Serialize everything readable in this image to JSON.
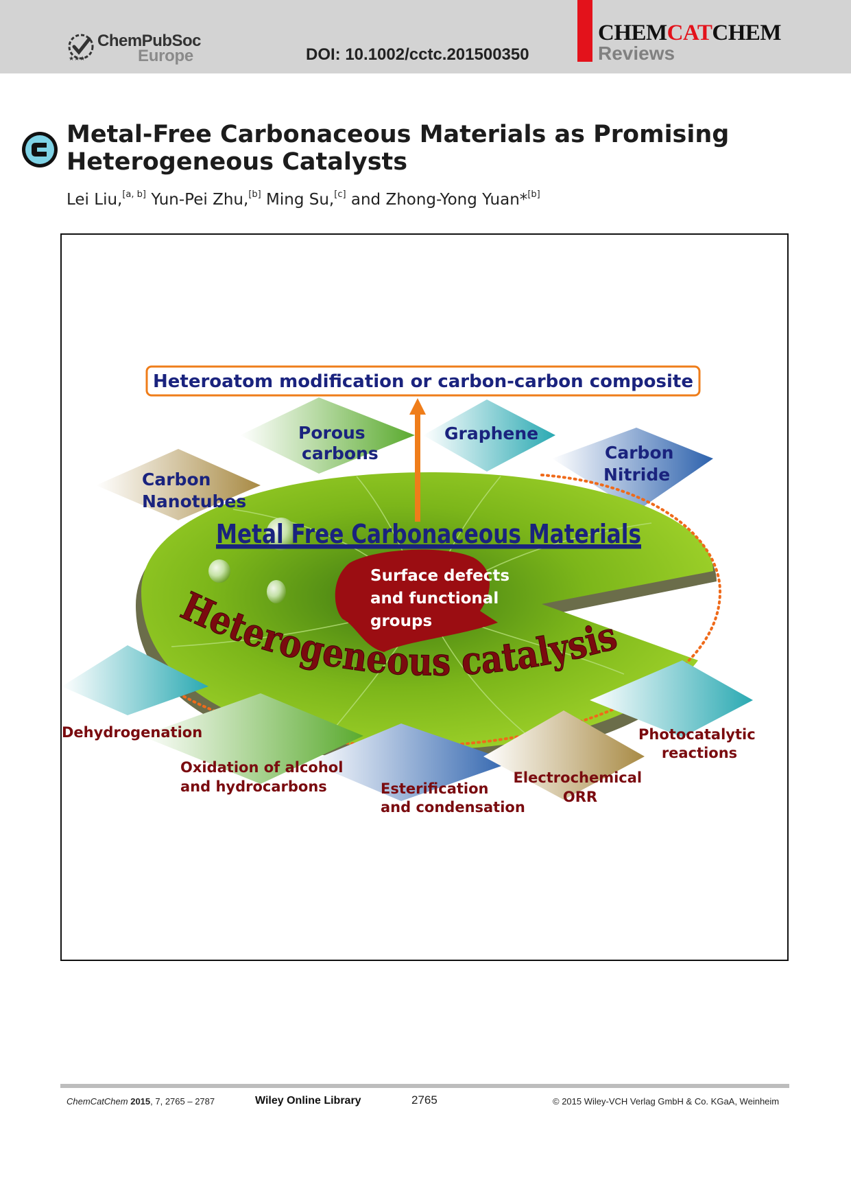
{
  "header": {
    "publisher_line1": "ChemPubSoc",
    "publisher_line2": "Europe",
    "doi": "DOI: 10.1002/cctc.201500350",
    "journal_part1": "CHEM",
    "journal_part2": "CAT",
    "journal_part3": "CHEM",
    "section": "Reviews"
  },
  "article": {
    "title": "Metal-Free Carbonaceous Materials as Promising Heterogeneous Catalysts",
    "authors": [
      {
        "name": "Lei Liu,",
        "aff": "[a, b]"
      },
      {
        "name": "Yun-Pei Zhu,",
        "aff": "[b]"
      },
      {
        "name": "Ming Su,",
        "aff": "[c]"
      },
      {
        "name": "and Zhong-Yong Yuan*",
        "aff": "[b]"
      }
    ]
  },
  "figure": {
    "banner": "Heteroatom modification or carbon-carbon composite",
    "center_title": "Metal Free Carbonaceous Materials",
    "arc_text": "Heterogeneous catalysis",
    "center_leaf": [
      "Surface defects",
      "and functional",
      "groups"
    ],
    "materials": [
      {
        "lines": [
          "Carbon",
          "Nanotubes"
        ],
        "color": "#a88a44"
      },
      {
        "lines": [
          "Porous",
          "carbons"
        ],
        "color": "#6caf3a"
      },
      {
        "lines": [
          "Graphene"
        ],
        "color": "#2fb2b8"
      },
      {
        "lines": [
          "Carbon",
          "Nitride"
        ],
        "color": "#2d62ad"
      }
    ],
    "applications": [
      {
        "lines": [
          "Dehydrogenation"
        ],
        "color": "#2aa9b2"
      },
      {
        "lines": [
          "Oxidation of alcohol",
          "and hydrocarbons"
        ],
        "color": "#5aaa2e"
      },
      {
        "lines": [
          "Esterification",
          "and condensation"
        ],
        "color": "#2d62ad"
      },
      {
        "lines": [
          "Electrochemical",
          "ORR"
        ],
        "color": "#a88a44"
      },
      {
        "lines": [
          "Photocatalytic",
          "reactions"
        ],
        "color": "#2aa9b2"
      }
    ],
    "colors": {
      "banner_border": "#ef7d1a",
      "banner_text": "#1a237e",
      "arrow": "#ef7d1a",
      "leaf": "#8dc11e",
      "center_leaf": "#9b0d12",
      "arc_text": "#7a0b0f",
      "dots": "#ef6a1a"
    }
  },
  "footer": {
    "journal": "ChemCatChem",
    "year": "2015",
    "volume_pages": ", 7, 2765 – 2787",
    "library": "Wiley Online Library",
    "page_number": "2765",
    "copyright": "© 2015 Wiley-VCH Verlag GmbH & Co. KGaA, Weinheim"
  }
}
